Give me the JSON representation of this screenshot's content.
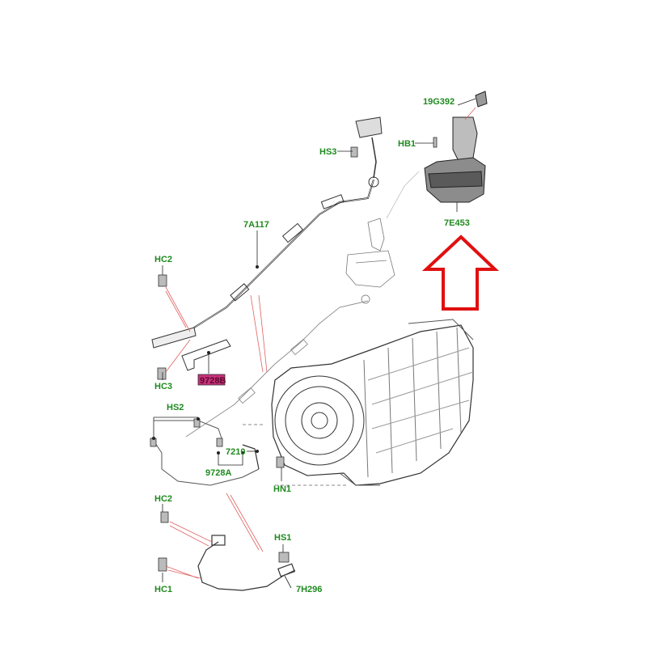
{
  "label_color": "#1f8a1f",
  "highlight_bg": "#c8307c",
  "highlight_text": "#5a0a2a",
  "arrow_color": "#e01010",
  "labels": {
    "19G392": "19G392",
    "HB1": "HB1",
    "HS3": "HS3",
    "7E453": "7E453",
    "7A117": "7A117",
    "HC2_top": "HC2",
    "HC3": "HC3",
    "9728B": "9728B",
    "HS2": "HS2",
    "7210": "7210",
    "9728A": "9728A",
    "HN1": "HN1",
    "HC2_bottom": "HC2",
    "HS1": "HS1",
    "HC1": "HC1",
    "7H296": "7H296"
  },
  "callout_arrow": {
    "direction": "up",
    "icon": "red-outline-up-arrow-icon"
  }
}
